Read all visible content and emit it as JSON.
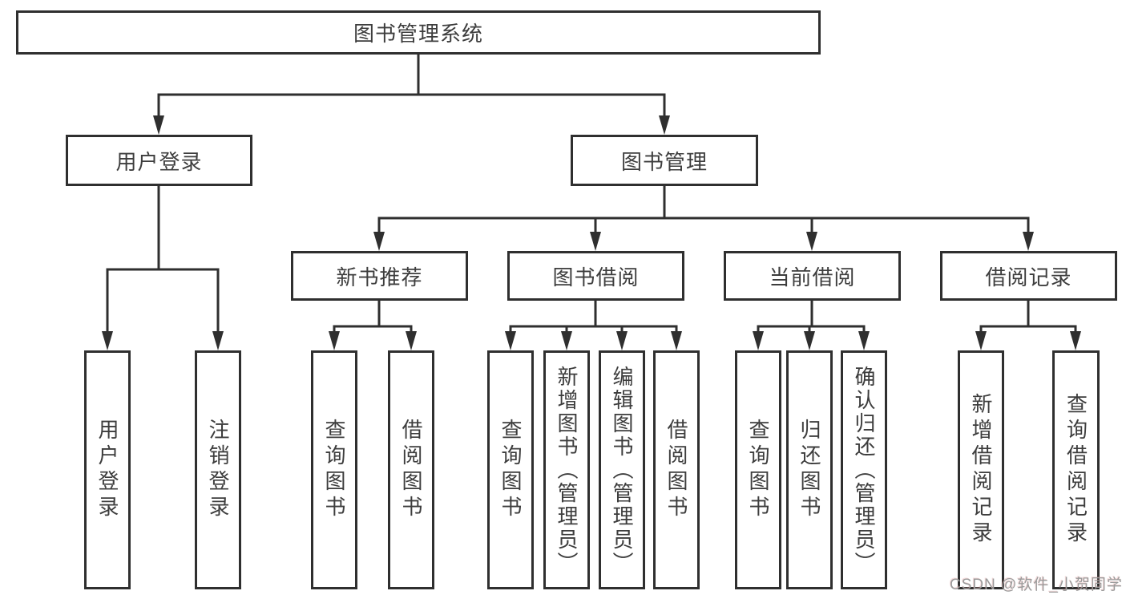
{
  "diagram": {
    "title": "图书管理系统",
    "level2": {
      "user_login": "用户登录",
      "book_management": "图书管理"
    },
    "level3": {
      "new_book_recommend": "新书推荐",
      "book_borrow": "图书借阅",
      "current_borrow": "当前借阅",
      "borrow_records": "借阅记录"
    },
    "leaves": {
      "user_login": "用户登录",
      "logout": "注销登录",
      "rec_query_book": "查询图书",
      "rec_borrow_book": "借阅图书",
      "bb_query_book": "查询图书",
      "bb_add_book": "新增图书（管理员）",
      "bb_edit_book": "编辑图书（管理员）",
      "bb_borrow_book": "借阅图书",
      "cb_query_book": "查询图书",
      "cb_return_book": "归还图书",
      "cb_confirm_return": "确认归还（管理员）",
      "br_add_record": "新增借阅记录",
      "br_query_record": "查询借阅记录"
    }
  },
  "watermark": "CSDN @软件_小贺同学",
  "colors": {
    "line": "#2f2f2f",
    "text": "#3d3d3d",
    "watermark": "#9b9b9b",
    "background": "#ffffff"
  }
}
